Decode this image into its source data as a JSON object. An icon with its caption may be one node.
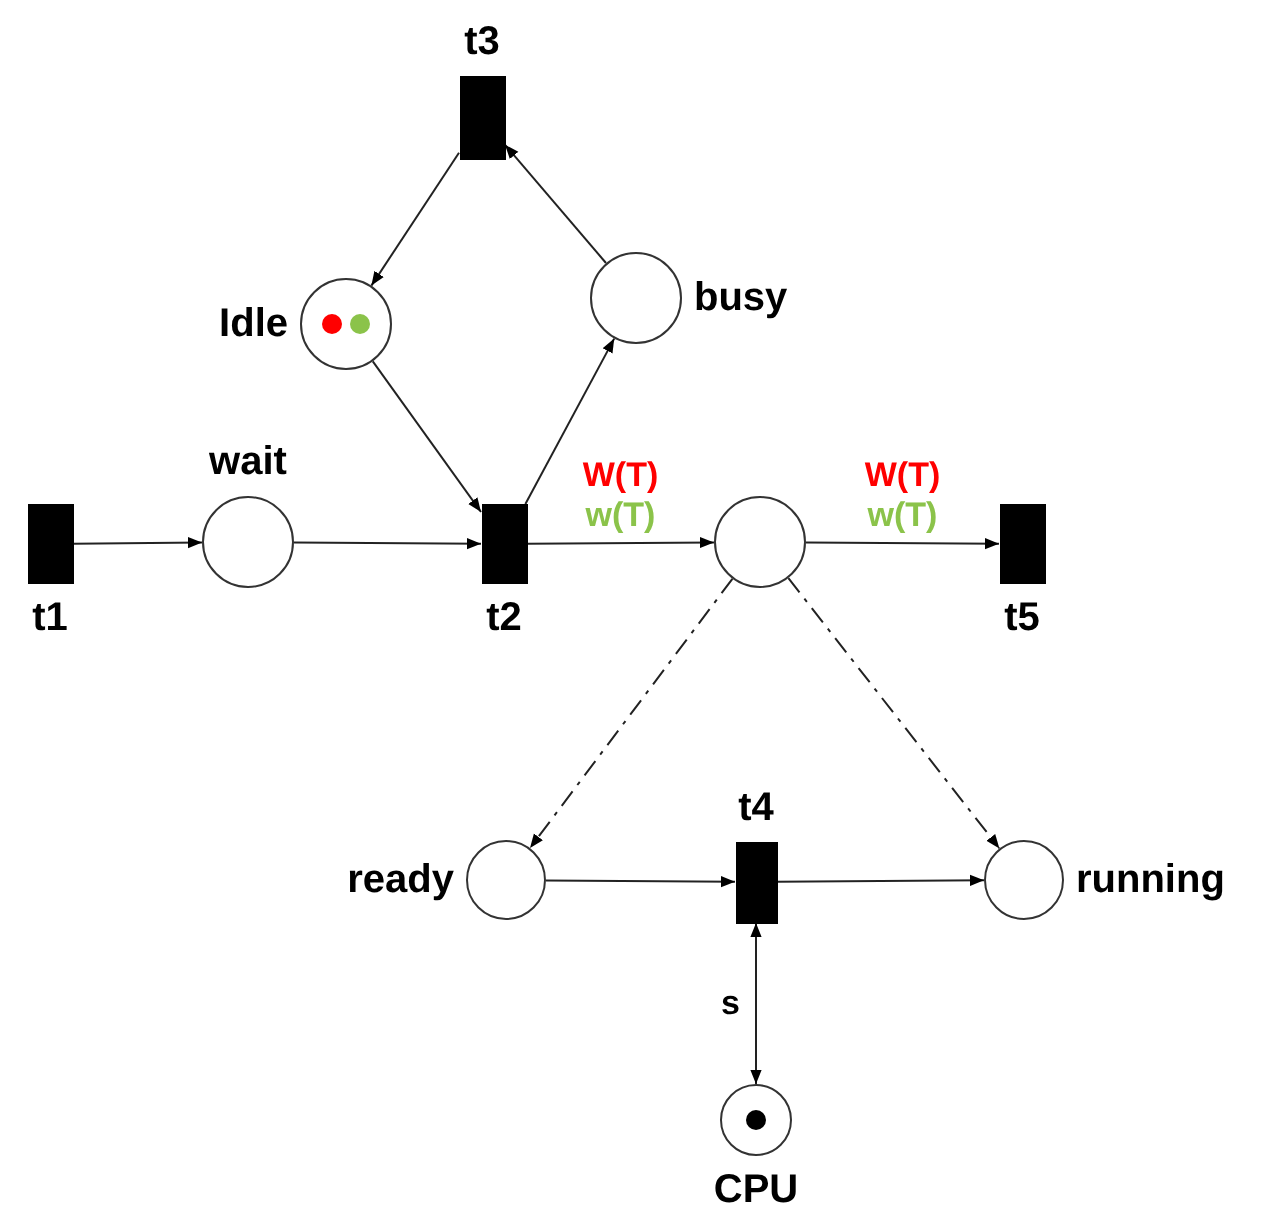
{
  "diagram": {
    "nodes": [
      {
        "text": [
          "t3"
        ]
      },
      {
        "text": [
          "Idle"
        ]
      },
      {
        "text": [
          "busy"
        ]
      },
      {
        "text": [
          "wait"
        ]
      },
      {
        "text": [
          "t1"
        ]
      },
      {
        "text": [
          "t2"
        ]
      },
      {
        "text": [],
        "shape": "circle"
      },
      {
        "text": [
          "t5"
        ]
      },
      {
        "text": [
          "t4"
        ]
      },
      {
        "text": [
          "ready"
        ]
      },
      {
        "text": [
          "running"
        ]
      },
      {
        "text": [
          "CPU"
        ]
      }
    ],
    "edges": [
      {
        "from": 4,
        "to": 3,
        "arrow": "to"
      },
      {
        "from": 3,
        "to": 5,
        "arrow": "to"
      },
      {
        "from": 1,
        "to": 5,
        "arrow": "to"
      },
      {
        "from": 5,
        "to": 2,
        "arrow": "to"
      },
      {
        "from": 2,
        "to": 0,
        "arrow": "to"
      },
      {
        "from": 0,
        "to": 1,
        "arrow": "to"
      },
      {
        "from": 5,
        "to": 6,
        "arrow": "to",
        "label": "W(T) w(T)"
      },
      {
        "from": 6,
        "to": 7,
        "arrow": "to",
        "label": "W(T) w(T)"
      },
      {
        "from": 6,
        "to": 9,
        "arrow": "to",
        "style": "dashed"
      },
      {
        "from": 6,
        "to": 10,
        "arrow": "to",
        "style": "dashed"
      },
      {
        "from": 9,
        "to": 8,
        "arrow": "to"
      },
      {
        "from": 8,
        "to": 10,
        "arrow": "to"
      },
      {
        "from": 8,
        "to": 11,
        "arrow": "both",
        "label": "s"
      }
    ]
  }
}
